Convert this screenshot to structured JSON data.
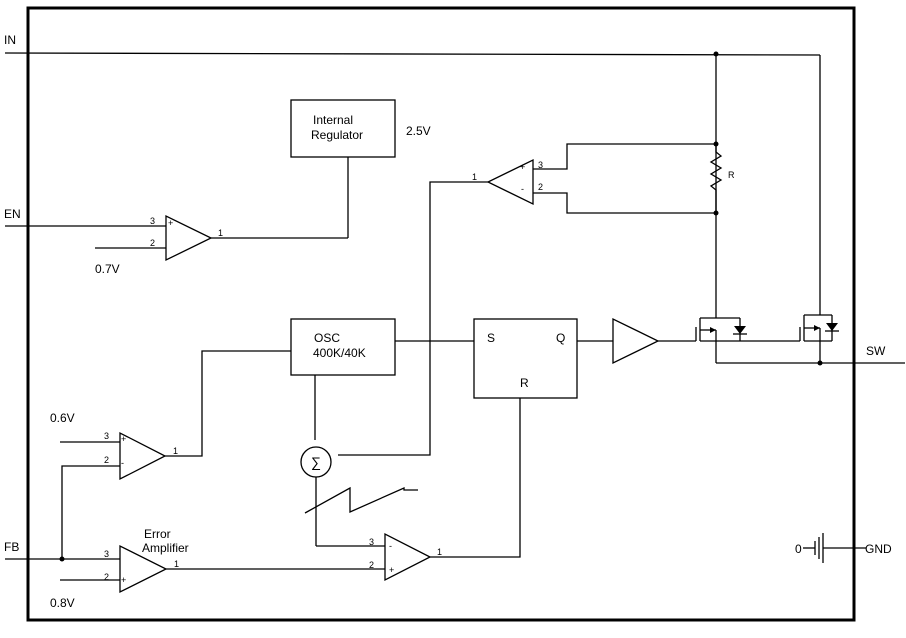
{
  "pins": {
    "in": "IN",
    "en": "EN",
    "fb": "FB",
    "sw": "SW",
    "gnd": "GND"
  },
  "blocks": {
    "regulator_line1": "Internal",
    "regulator_line2": "Regulator",
    "regulator_voltage": "2.5V",
    "osc_line1": "OSC",
    "osc_line2": "400K/40K",
    "latch_s": "S",
    "latch_q": "Q",
    "latch_r": "R",
    "sense_resistor": "R",
    "summer_symbol": "∑",
    "error_amp_line1": "Error",
    "error_amp_line2": "Amplifier"
  },
  "references": {
    "en_threshold": "0.7V",
    "fb_low_threshold": "0.6V",
    "fb_reference": "0.8V",
    "gnd_zero": "0"
  },
  "pin_numbers": {
    "plus_input": "3",
    "minus_input": "2",
    "output": "1"
  },
  "signs": {
    "plus": "+",
    "minus": "-"
  }
}
